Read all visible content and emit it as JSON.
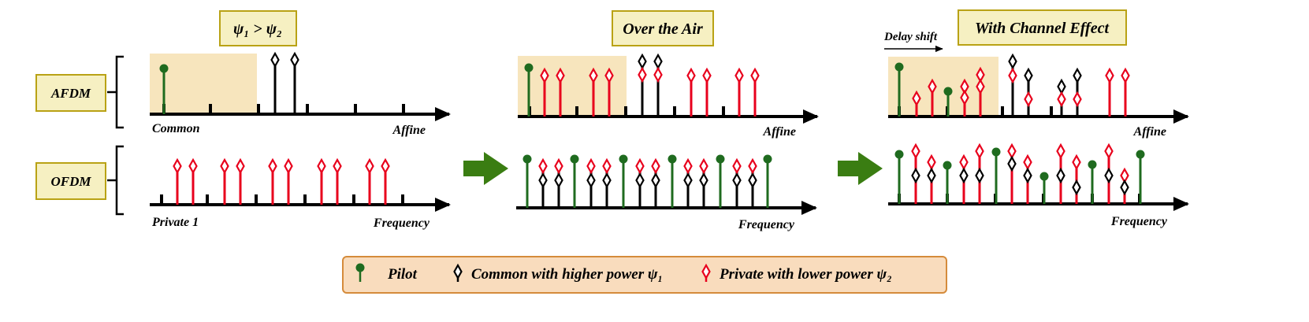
{
  "colors": {
    "pilot": "#1f6b1f",
    "common": "#000000",
    "private": "#e8001c",
    "highlight": "#f7e5bd",
    "title_box_fill": "#f6f0c2",
    "title_box_border": "#b9a215",
    "legend_fill": "#f9dcbd",
    "legend_border": "#d58b3b",
    "arrow": "#3a7d12"
  },
  "titles": {
    "panel1": "ψ₁ > ψ₂",
    "panel2": "Over the Air",
    "panel3": "With Channel Effect"
  },
  "row_labels": {
    "afdm": "AFDM",
    "ofdm": "OFDM"
  },
  "axis_labels": {
    "p1_afdm_left": "Common",
    "p1_afdm_right": "Affine",
    "p1_ofdm_left": "Private 1",
    "p1_ofdm_right": "Frequency",
    "p2_afdm_right": "Affine",
    "p2_ofdm_right": "Frequency",
    "p3_afdm_right": "Affine",
    "p3_ofdm_right": "Frequency"
  },
  "annotation": {
    "delay_shift": "Delay shift"
  },
  "legend": {
    "pilot": "Pilot",
    "common": "Common with higher power ψ₁",
    "private": "Private with lower power ψ₂"
  }
}
